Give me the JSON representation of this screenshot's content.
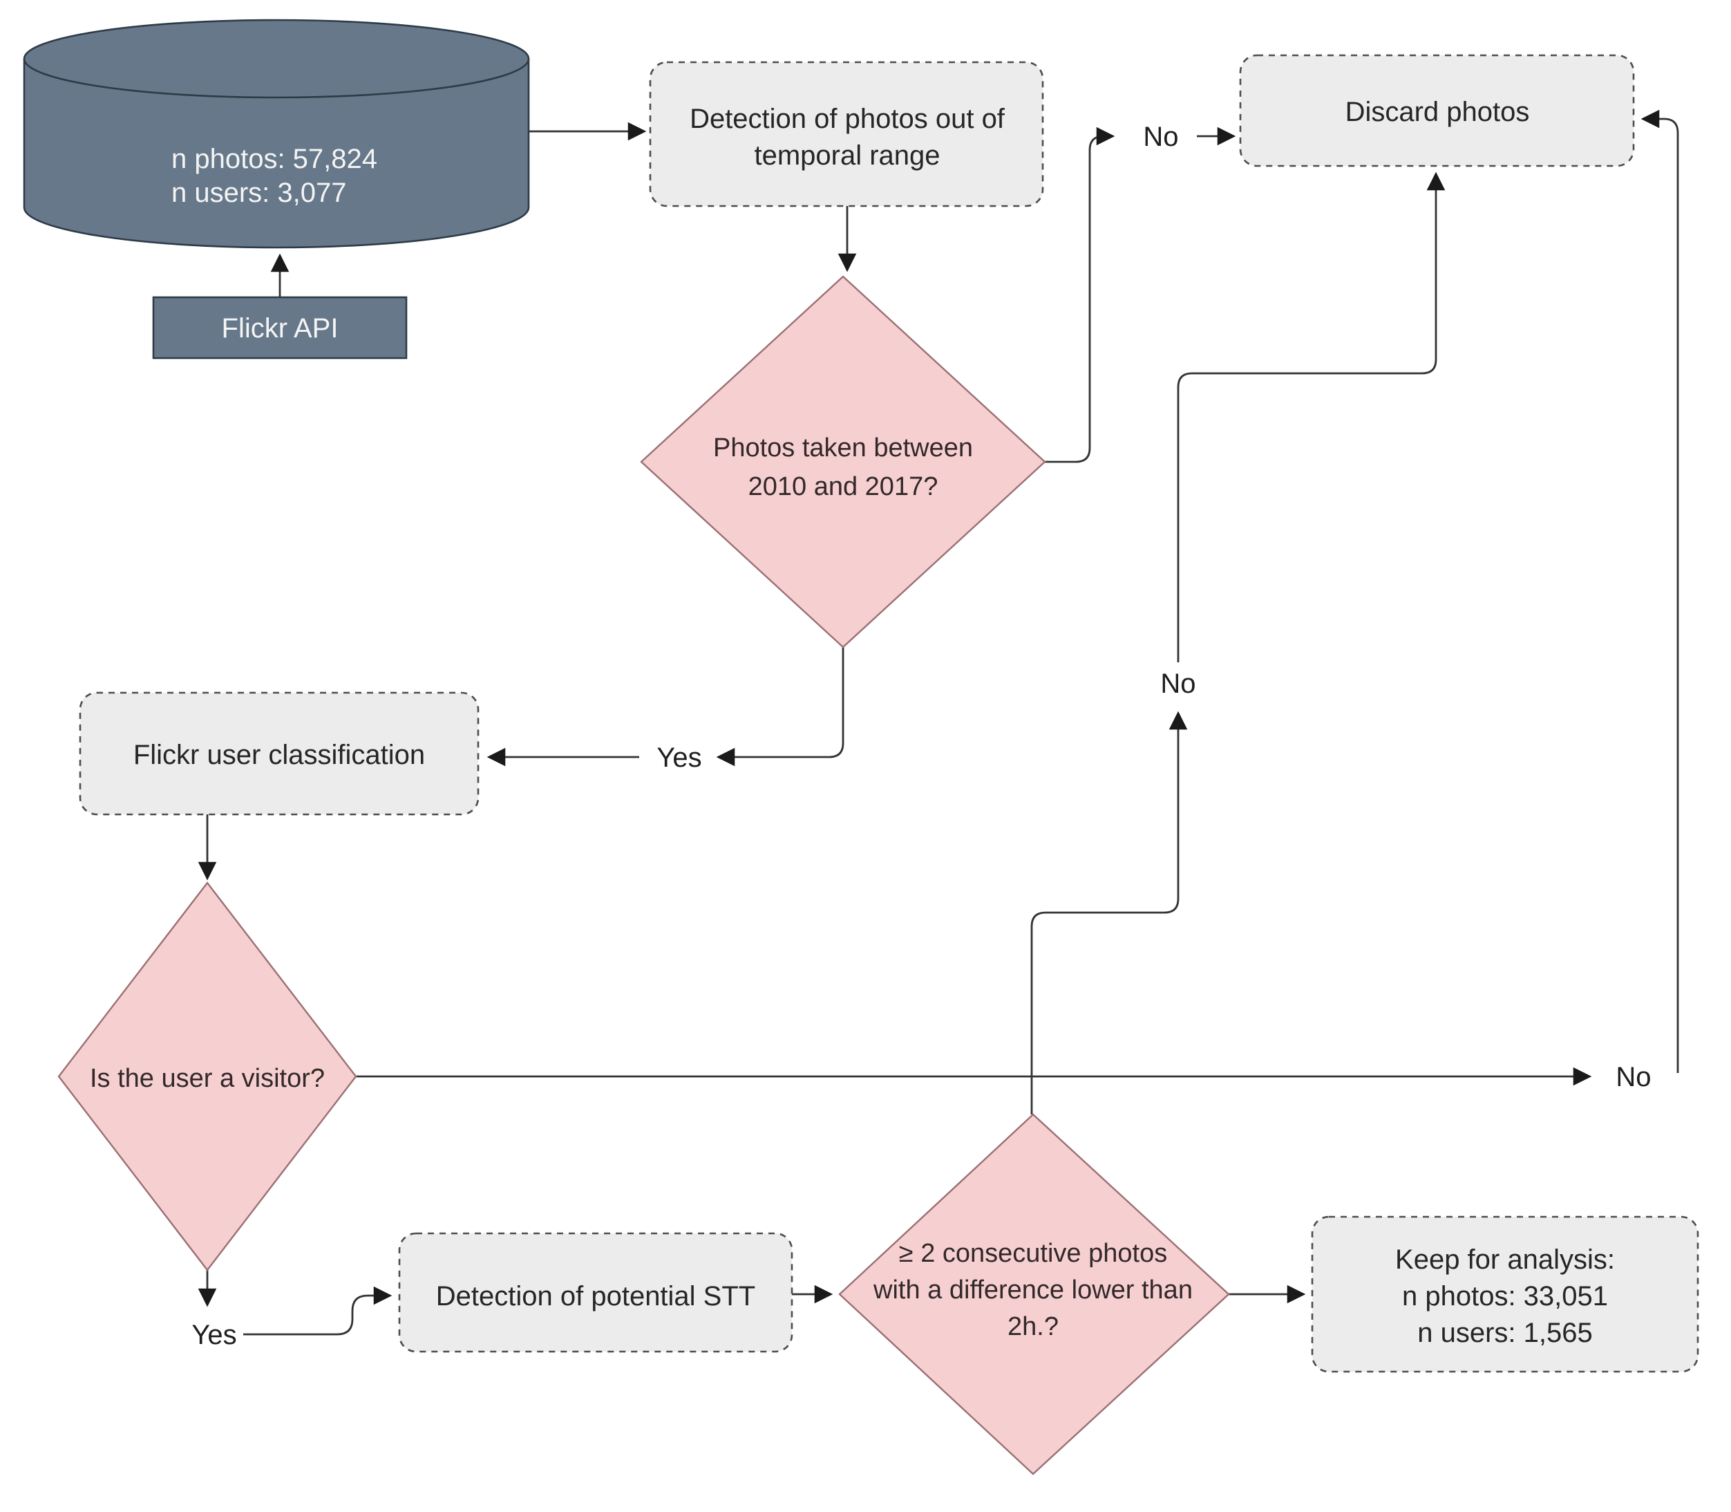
{
  "colors": {
    "background": "#ffffff",
    "database_fill": "#66788a",
    "database_stroke": "#2e3b47",
    "process_fill": "#ececec",
    "process_stroke": "#4d4d4d",
    "decision_fill": "#f6d0d0",
    "decision_stroke": "#9b6f74",
    "edge_line": "#333333",
    "text_dark": "#262626",
    "text_light": "#f4f4f4"
  },
  "database": {
    "line1": "n photos: 57,824",
    "line2": "n users: 3,077"
  },
  "source": {
    "label": "Flickr API"
  },
  "processes": {
    "temporal_detection": {
      "line1": "Detection of photos out of",
      "line2": "temporal range"
    },
    "discard": {
      "label": "Discard photos"
    },
    "classification": {
      "label": "Flickr user classification"
    },
    "stt_detection": {
      "label": "Detection of potential STT"
    },
    "keep": {
      "line1": "Keep for analysis:",
      "line2": "n photos: 33,051",
      "line3": "n users: 1,565"
    }
  },
  "decisions": {
    "temporal_range": {
      "line1": "Photos taken between",
      "line2": "2010 and 2017?"
    },
    "visitor": {
      "label": "Is the user a visitor?"
    },
    "consecutive_photos": {
      "line1": "≥ 2 consecutive photos",
      "line2": "with a difference lower than",
      "line3": "2h.?"
    }
  },
  "labels": {
    "no_temporal": "No",
    "no_consecutive": "No",
    "no_visitor": "No",
    "yes_temporal": "Yes",
    "yes_visitor": "Yes"
  }
}
